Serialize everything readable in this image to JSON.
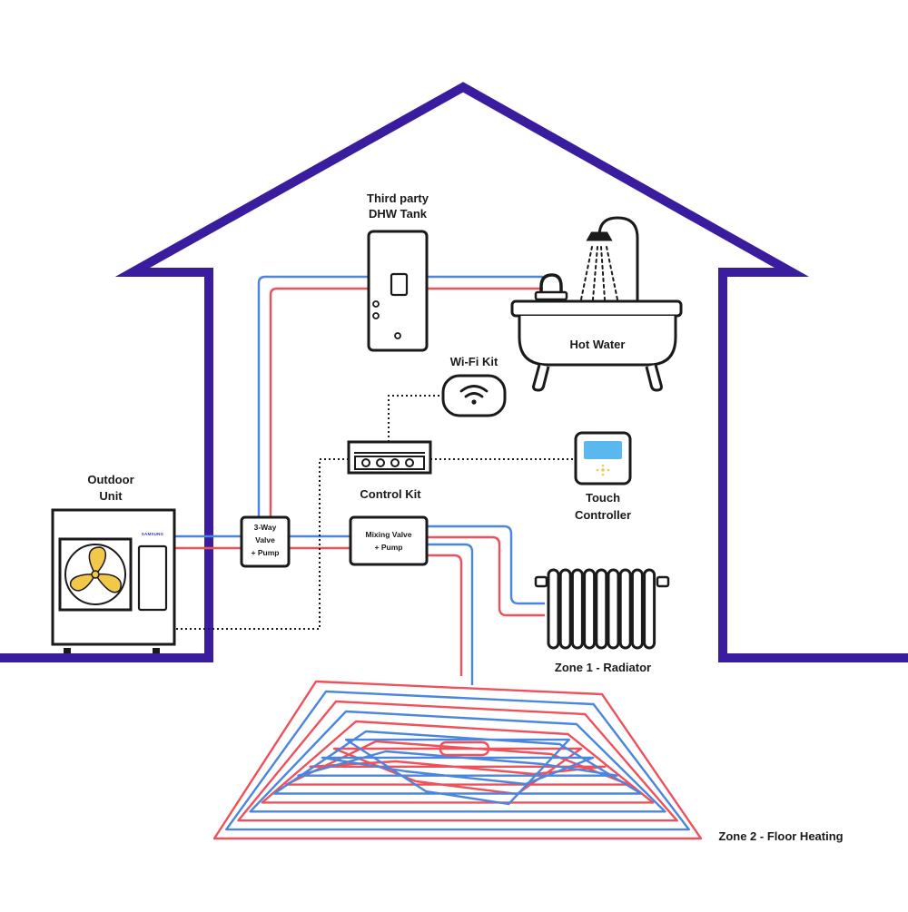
{
  "labels": {
    "dhw_tank_line1": "Third party",
    "dhw_tank_line2": "DHW Tank",
    "hot_water": "Hot Water",
    "wifi_kit": "Wi-Fi Kit",
    "control_kit": "Control Kit",
    "touch_controller_line1": "Touch",
    "touch_controller_line2": "Controller",
    "outdoor_unit_line1": "Outdoor",
    "outdoor_unit_line2": "Unit",
    "three_way_valve_line1": "3-Way",
    "three_way_valve_line2": "Valve",
    "three_way_valve_line3": "+ Pump",
    "mixing_valve_line1": "Mixing Valve",
    "mixing_valve_line2": "+ Pump",
    "zone1": "Zone 1 - Radiator",
    "zone2": "Zone 2 - Floor Heating",
    "brand": "SAMSUNG"
  },
  "colors": {
    "house_outline": "#3a1d9e",
    "hot_pipe": "#f0505a",
    "cold_pipe": "#4a86e0",
    "fan": "#f2c84b",
    "controller_screen": "#5ab8f0",
    "controller_buttons": "#f2c84b",
    "ink": "#1a1a1a"
  },
  "icons": [
    "house-outline",
    "water-tank-icon",
    "bathtub-icon",
    "shower-icon",
    "wifi-icon",
    "control-kit-icon",
    "touch-controller-icon",
    "outdoor-unit-icon",
    "fan-icon",
    "radiator-icon",
    "floor-heating-coil"
  ]
}
